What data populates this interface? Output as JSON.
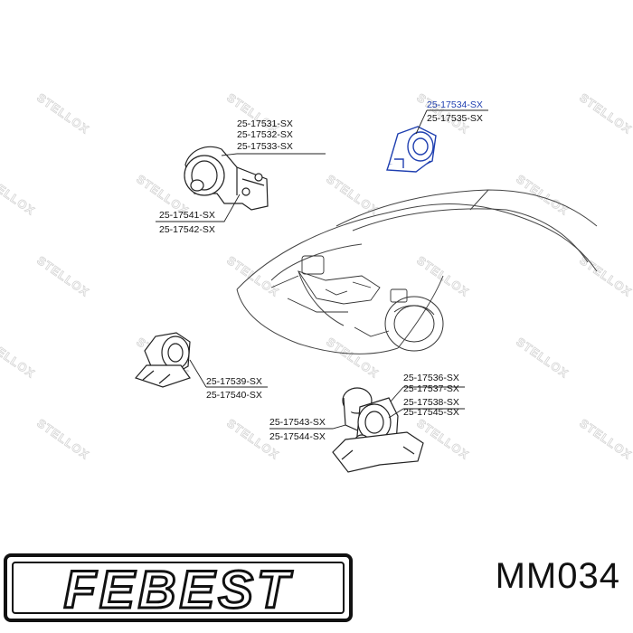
{
  "watermark": {
    "text": "STELLOX"
  },
  "callouts": {
    "top_left_group_a": [
      "25-17531-SX",
      "25-17532-SX",
      "25-17533-SX"
    ],
    "top_left_group_b": [
      "25-17541-SX",
      "25-17542-SX"
    ],
    "top_right": [
      "25-17534-SX",
      "25-17535-SX"
    ],
    "middle_left": [
      "25-17539-SX",
      "25-17540-SX"
    ],
    "bottom_right": [
      "25-17536-SX",
      "25-17537-SX",
      "25-17538-SX",
      "25-17545-SX"
    ],
    "bottom_left": [
      "25-17543-SX",
      "25-17544-SX"
    ]
  },
  "colors": {
    "highlight": "#1f3fb0",
    "lines": "#222222",
    "watermark": "#d4d4d4"
  },
  "footer": {
    "brand": "FEBEST",
    "part_number": "MM034"
  }
}
